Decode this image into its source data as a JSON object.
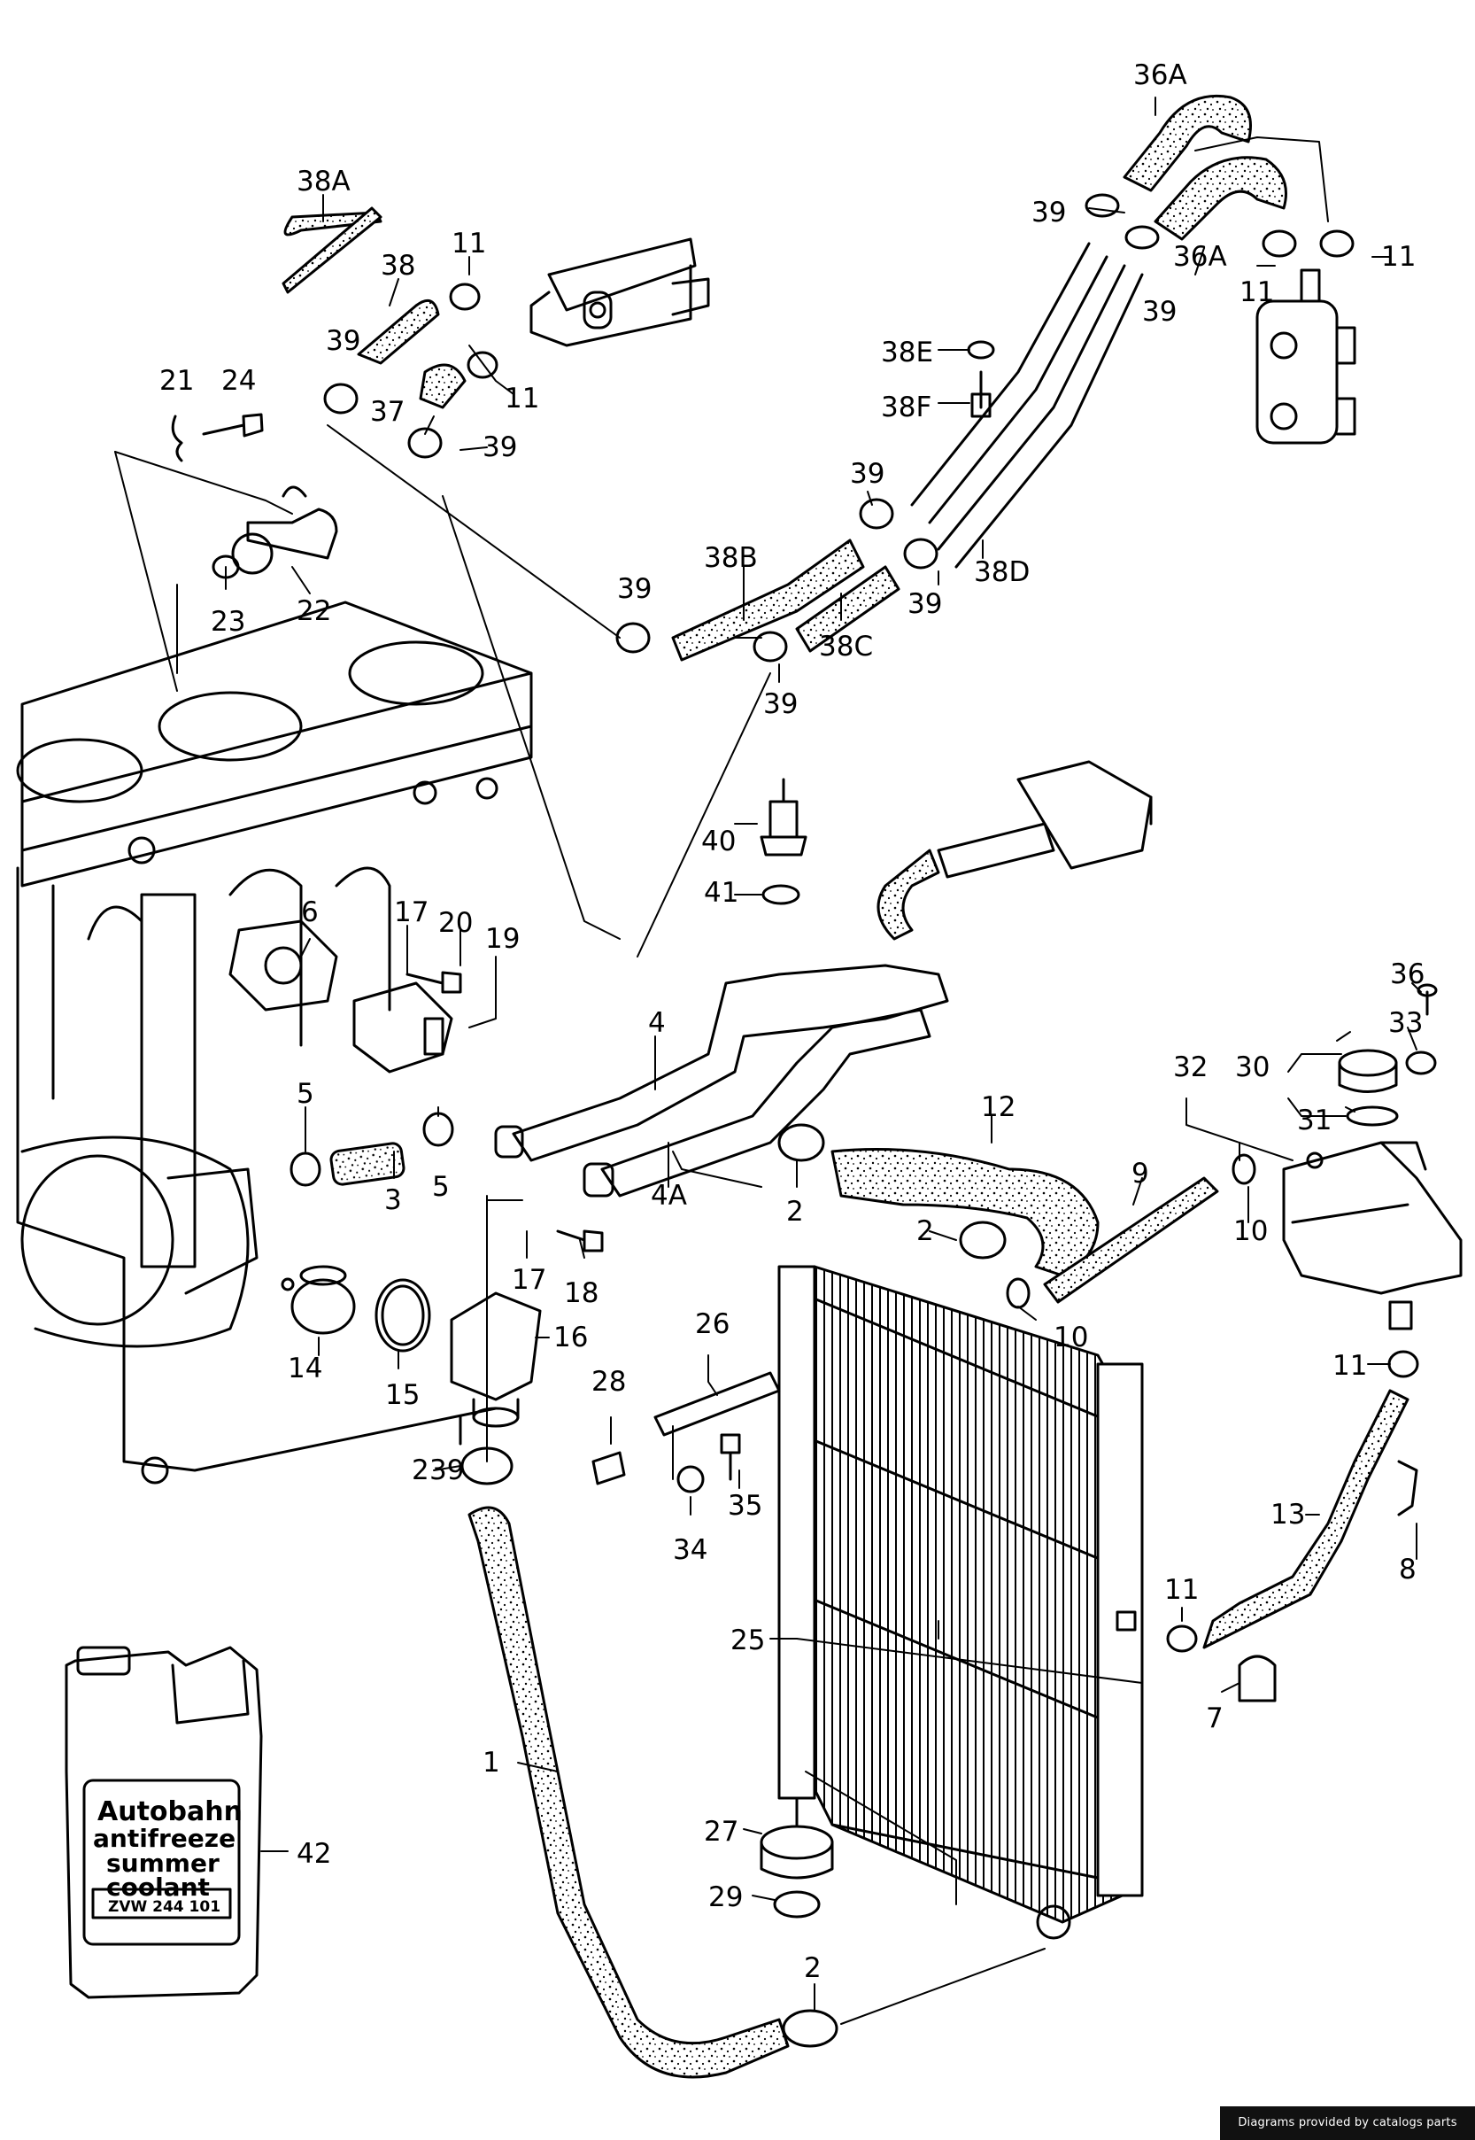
{
  "callouts": {
    "c36A_top": "36A",
    "c36A_side": "36A",
    "c39_a": "39",
    "c39_b": "39",
    "c39_c": "39",
    "c39_d": "39",
    "c39_e": "39",
    "c39_f": "39",
    "c39_g": "39",
    "c39_h": "39",
    "c39_i": "39",
    "c11_a": "11",
    "c11_b": "11",
    "c11_c": "11",
    "c11_d": "11",
    "c11_e": "11",
    "c11_f": "11",
    "c38A": "38A",
    "c38": "38",
    "c37": "37",
    "c38B": "38B",
    "c38C": "38C",
    "c38D": "38D",
    "c38E": "38E",
    "c38F": "38F",
    "c21": "21",
    "c24": "24",
    "c22": "22",
    "c23": "23",
    "c40": "40",
    "c41": "41",
    "c6": "6",
    "c17_a": "17",
    "c17_b": "17",
    "c20": "20",
    "c19": "19",
    "c4": "4",
    "c4A": "4A",
    "c5_a": "5",
    "c5_b": "5",
    "c3": "3",
    "c2_a": "2",
    "c2_b": "2",
    "c2_c": "2",
    "c2_d": "2",
    "c12": "12",
    "c9": "9",
    "c10_a": "10",
    "c10_b": "10",
    "c36": "36",
    "c33": "33",
    "c32": "32",
    "c30": "30",
    "c31": "31",
    "c18": "18",
    "c14": "14",
    "c15": "15",
    "c16": "16",
    "c26": "26",
    "c28": "28",
    "c35": "35",
    "c34": "34",
    "c8": "8",
    "c13": "13",
    "c25": "25",
    "c7": "7",
    "c1": "1",
    "c27": "27",
    "c29": "29",
    "c42": "42"
  },
  "bottle_label": {
    "line1": "Autobahn",
    "line2": "antifreeze",
    "line3": "summer",
    "line4": "coolant",
    "part_number": "ZVW 244 101"
  },
  "credit": "Diagrams provided by catalogs parts",
  "colors": {
    "ink": "#000000",
    "paper": "#ffffff",
    "credit_bg": "#111111"
  }
}
